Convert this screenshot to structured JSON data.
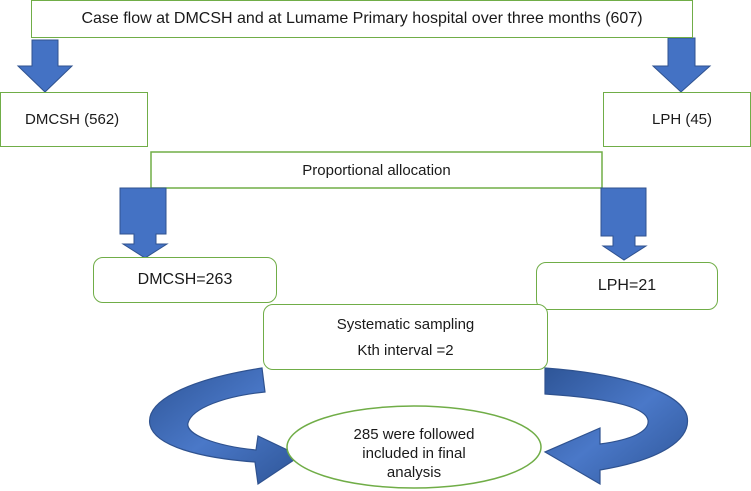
{
  "header": {
    "text": "Case flow at DMCSH and at Lumame Primary hospital over three months (607)"
  },
  "sites": {
    "left": {
      "label": "DMCSH (562)"
    },
    "right": {
      "label": "LPH (45)"
    }
  },
  "allocation": {
    "label": "Proportional allocation"
  },
  "samples": {
    "left": {
      "label": "DMCSH=263"
    },
    "right": {
      "label": "LPH=21"
    }
  },
  "sampling": {
    "title": "Systematic sampling",
    "interval": "Kth interval =2"
  },
  "result": {
    "line1": "285 were followed",
    "line2": "included in final",
    "line3": "analysis"
  },
  "colors": {
    "box_border": "#70ad47",
    "arrow_fill": "#4472c4",
    "arrow_stroke": "#2f528f"
  }
}
